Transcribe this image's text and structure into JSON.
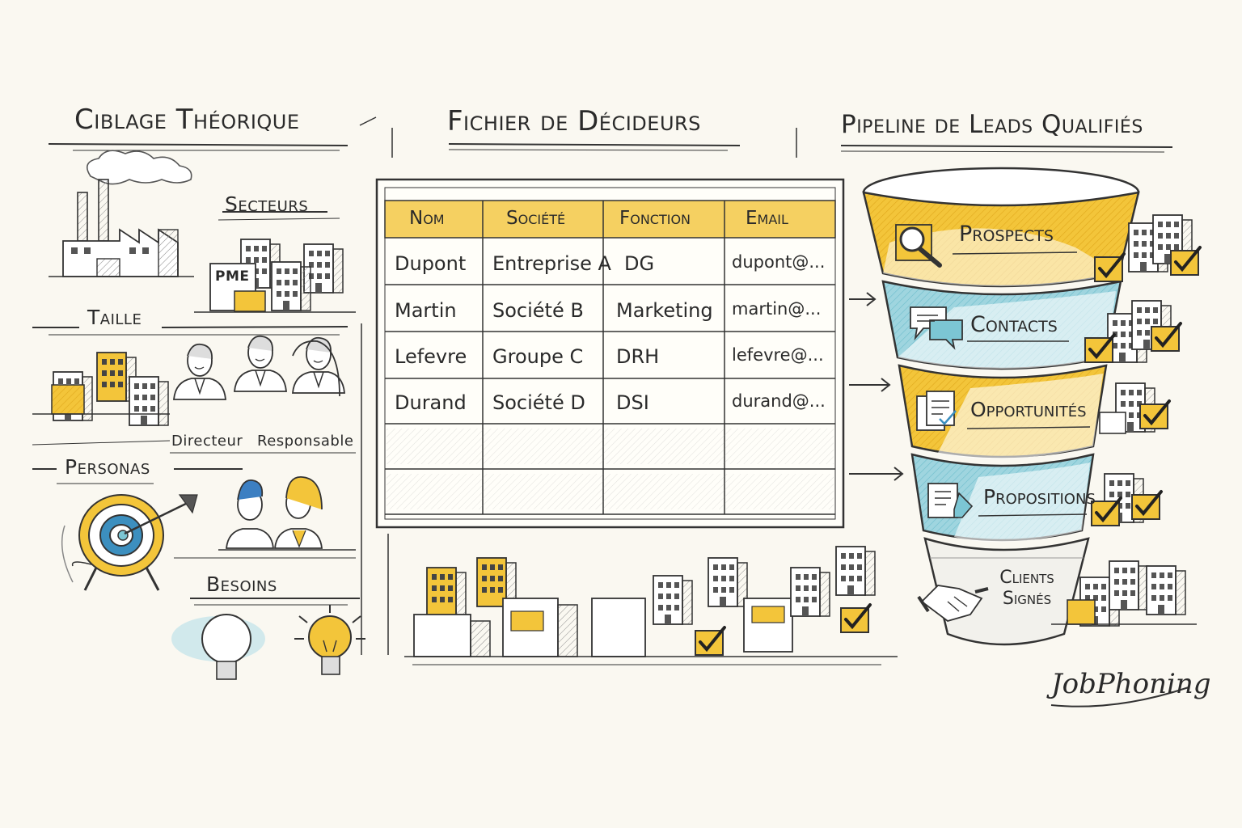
{
  "colors": {
    "yellow": "#f3c53a",
    "blue": "#7cc6d4",
    "ink": "#2a2a2a",
    "paper": "#faf8f1"
  },
  "left": {
    "title": "Ciblage Théorique",
    "secteurs": "Secteurs",
    "pme": "PME",
    "taille": "Taille",
    "personas": "Personas",
    "directeur": "Directeur",
    "responsable": "Responsable",
    "besoins": "Besoins"
  },
  "middle": {
    "title": "Fichier de Décideurs",
    "headers": [
      "Nom",
      "Société",
      "Fonction",
      "Email"
    ],
    "rows": [
      [
        "Dupont",
        "Entreprise A",
        "DG",
        "dupont@..."
      ],
      [
        "Martin",
        "Société B",
        "Marketing",
        "martin@..."
      ],
      [
        "Lefevre",
        "Groupe C",
        "DRH",
        "lefevre@..."
      ],
      [
        "Durand",
        "Société D",
        "DSI",
        "durand@..."
      ]
    ]
  },
  "right": {
    "title": "Pipeline de Leads Qualifiés",
    "stages": [
      {
        "label": "Prospects",
        "icon": "magnifier-icon"
      },
      {
        "label": "Contacts",
        "icon": "chat-bubbles-icon"
      },
      {
        "label": "Opportunités",
        "icon": "document-check-icon"
      },
      {
        "label": "Propositions",
        "icon": "document-pen-icon"
      },
      {
        "label": "Clients Signés",
        "icon": "handshake-icon"
      }
    ]
  },
  "brand": "JobPhoning"
}
